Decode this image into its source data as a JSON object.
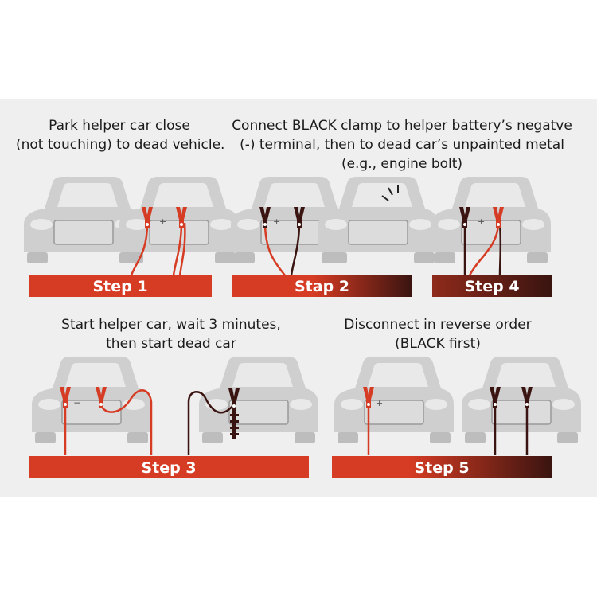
{
  "colors": {
    "red": "#d63b23",
    "dark": "#3a1410",
    "car": "#cfcfcf",
    "panel": "#efefef"
  },
  "icons": [
    "car-icon",
    "battery-icon",
    "red-clamp-icon",
    "black-clamp-icon",
    "jumper-cable-icon",
    "spark-icon"
  ],
  "captions": {
    "park": [
      "Park helper car close",
      "(not touching) to dead vehicle."
    ],
    "black_clamp": [
      "Connect BLACK clamp to helper battery’s negatve",
      "(-) terminal, then to dead car’s unpainted metal",
      "(e.g., engine bolt)"
    ],
    "start": [
      "Start helper car, wait 3 minutes,",
      "then start dead car"
    ],
    "disconnect": [
      "Disconnect in reverse order",
      "(BLACK first)"
    ]
  },
  "steps": {
    "step1": "Step 1",
    "step2": "Stap 2",
    "step3": "Step 3",
    "step4": "Step 4",
    "step5": "Step 5"
  }
}
